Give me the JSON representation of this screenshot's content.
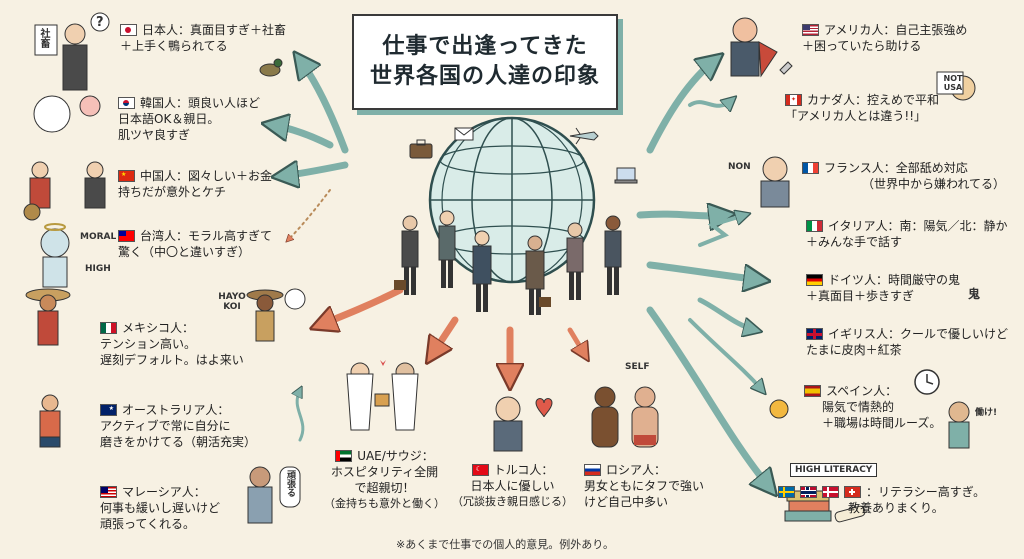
{
  "title": {
    "line1": "仕事で出逢ってきた",
    "line2": "世界各国の人達の印象"
  },
  "colors": {
    "accent_teal": "#7fb0a8",
    "accent_orange": "#e0805f",
    "paper": "#f7f1e3"
  },
  "countries": {
    "japan": {
      "flag_icon": "japan-flag-icon",
      "lines": [
        "日本人：真面目すぎ＋社畜",
        "＋上手く鴨られてる"
      ]
    },
    "korea": {
      "flag_icon": "korea-flag-icon",
      "lines": [
        "韓国人：頭良い人ほど",
        "日本語OK＆親日。",
        "肌ツヤ良すぎ"
      ]
    },
    "china": {
      "flag_icon": "china-flag-icon",
      "lines": [
        "中国人：図々しい＋お金",
        "持ちだが意外とケチ"
      ]
    },
    "taiwan": {
      "flag_icon": "taiwan-flag-icon",
      "lines": [
        "台湾人：モラル高すぎて",
        "驚く（中〇と違いすぎ）"
      ]
    },
    "mexico": {
      "flag_icon": "mexico-flag-icon",
      "lines": [
        "メキシコ人：",
        "テンション高い。",
        "遅刻デフォルト。はよ来い"
      ]
    },
    "australia": {
      "flag_icon": "australia-flag-icon",
      "lines": [
        "オーストラリア人：",
        "アクティブで常に自分に",
        "磨きをかけてる（朝活充実）"
      ]
    },
    "malaysia": {
      "flag_icon": "malaysia-flag-icon",
      "lines": [
        "マレーシア人：",
        "何事も緩いし遅いけど",
        "頑張ってくれる。"
      ]
    },
    "uae": {
      "flag_icon": "uae-flag-icon",
      "lines": [
        "UAE/サウジ：",
        "ホスピタリティ全開",
        "で超親切！",
        "（金持ちも意外と働く）"
      ]
    },
    "turkey": {
      "flag_icon": "turkey-flag-icon",
      "lines": [
        "トルコ人：",
        "日本人に優しい",
        "（冗談抜き親日感じる）"
      ]
    },
    "russia": {
      "flag_icon": "russia-flag-icon",
      "lines": [
        "ロシア人：",
        "男女ともにタフで強い",
        "けど自己中多い"
      ]
    },
    "usa": {
      "flag_icon": "usa-flag-icon",
      "lines": [
        "アメリカ人：自己主張強め",
        "＋困っていたら助ける"
      ]
    },
    "canada": {
      "flag_icon": "canada-flag-icon",
      "lines": [
        "カナダ人：控えめで平和",
        "「アメリカ人とは違う!!」"
      ]
    },
    "france": {
      "flag_icon": "france-flag-icon",
      "lines": [
        "フランス人：全部舐め対応",
        "（世界中から嫌われてる）"
      ]
    },
    "italy": {
      "flag_icon": "italy-flag-icon",
      "lines": [
        "イタリア人：南：陽気／北：静か",
        "＋みんな手で話す"
      ]
    },
    "germany": {
      "flag_icon": "germany-flag-icon",
      "lines": [
        "ドイツ人：時間厳守の鬼",
        "＋真面目＋歩きすぎ"
      ]
    },
    "uk": {
      "flag_icon": "uk-flag-icon",
      "lines": [
        "イギリス人：クールで優しいけど",
        "たまに皮肉＋紅茶"
      ]
    },
    "spain": {
      "flag_icon": "spain-flag-icon",
      "lines": [
        "スペイン人：",
        "陽気で情熱的",
        "＋職場は時間ルーズ。"
      ]
    },
    "nordic": {
      "flag_icons": [
        "sweden-flag-icon",
        "norway-flag-icon",
        "denmark-flag-icon",
        "switzerland-flag-icon"
      ],
      "lines": [
        "：リテラシー高すぎ。",
        "教養ありまくり。"
      ]
    }
  },
  "illustration_text": {
    "shachiku_sign": "社畜",
    "question_mark": "?",
    "moral_sign": "MORAL",
    "high_label": "HIGH",
    "hayo_koi_bubble": "HAYO KOI",
    "ganbaru_bubble": "頑張る",
    "self_bubble": "SELF",
    "non_bubble": "NON",
    "not_usa_sign": "NOT USA",
    "hatarake_bubble": "働け!",
    "oni_label": "鬼",
    "high_literacy_banner": "HIGH LITERACY"
  },
  "footnote": "※あくまで仕事での個人的意見。例外あり。"
}
